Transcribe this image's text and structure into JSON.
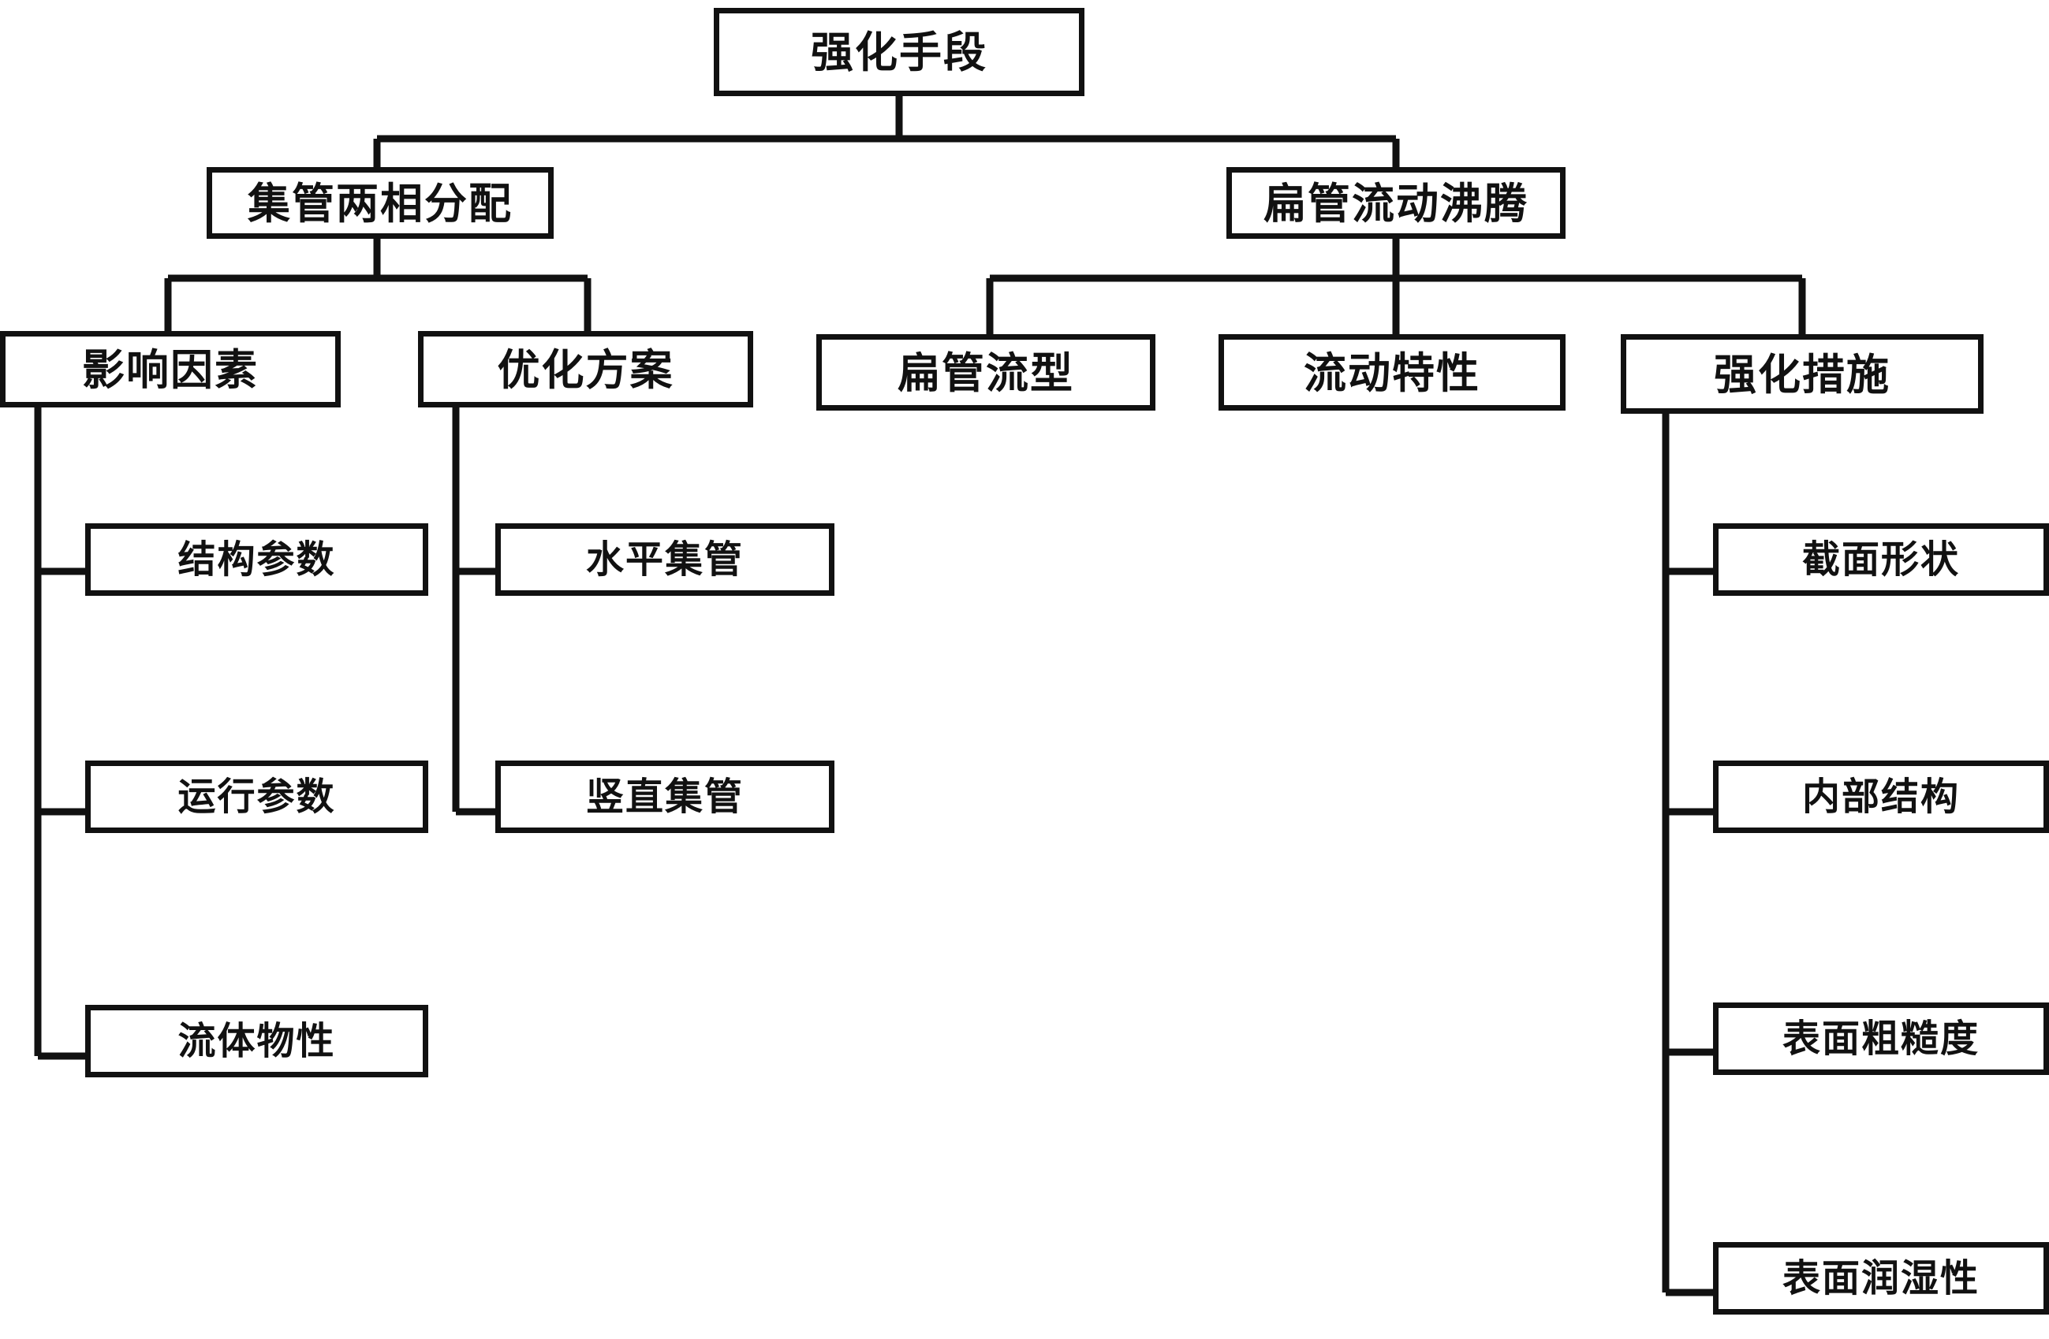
{
  "diagram": {
    "title": "强化手段",
    "type": "tree-diagram",
    "colors": {
      "line": "#111111",
      "box_fill": "#ffffff",
      "text": "#111111",
      "background": "#ffffff"
    },
    "nodes": {
      "root": "强化手段",
      "branch_left": "集管两相分配",
      "branch_right": "扁管流动沸腾",
      "left_children": [
        "影响因素",
        "优化方案"
      ],
      "right_children": [
        "扁管流型",
        "流动特性",
        "强化措施"
      ],
      "influence_factors_leaves": [
        "结构参数",
        "运行参数",
        "流体物性"
      ],
      "optimization_leaves": [
        "水平集管",
        "竖直集管"
      ],
      "enhancement_leaves": [
        "截面形状",
        "内部结构",
        "表面粗糙度",
        "表面润湿性"
      ]
    }
  }
}
